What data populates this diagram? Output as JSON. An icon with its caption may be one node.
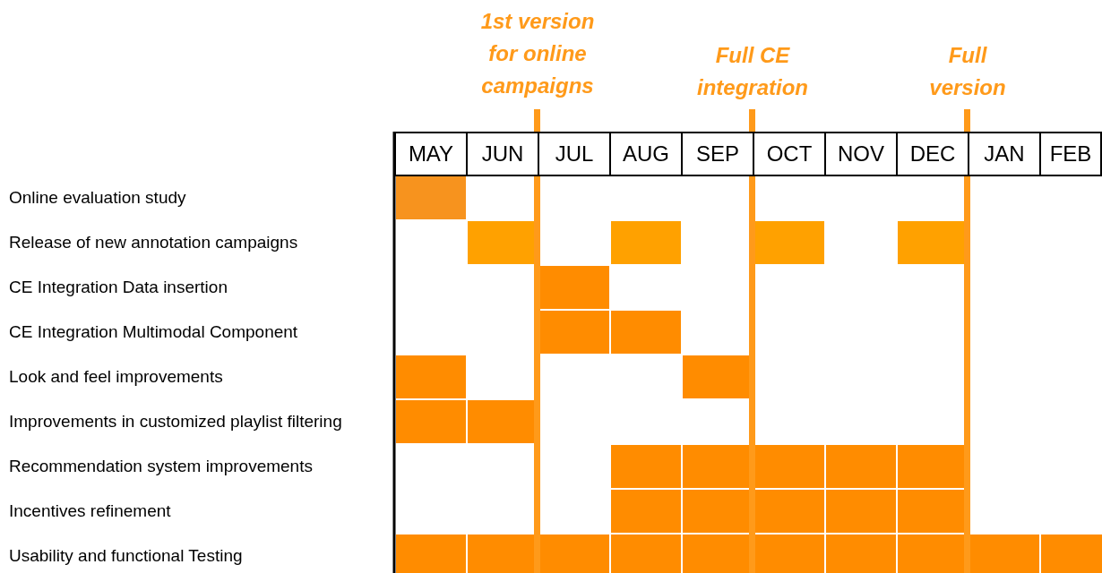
{
  "diagram": {
    "labels": [
      "1st version for online campaigns",
      "Full CE integration",
      "Full version",
      "MAY",
      "JUN",
      "JUL",
      "AUG",
      "SEP",
      "OCT",
      "NOV",
      "DEC",
      "JAN",
      "FEB",
      "Online evaluation study",
      "Release of new annotation campaigns",
      "CE Integration Data insertion",
      "CE Integration Multimodal Component",
      "Look and feel improvements",
      "Improvements in customized playlist filtering",
      "Recommendation system improvements",
      "Incentives refinement",
      "Usability and functional Testing"
    ]
  }
}
